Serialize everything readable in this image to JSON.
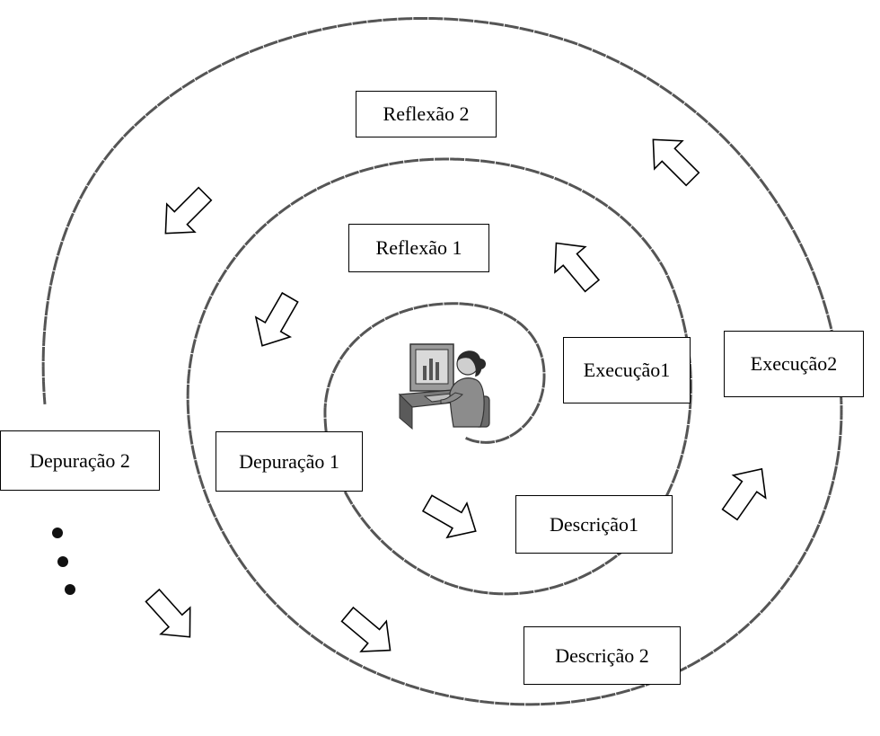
{
  "diagram": {
    "stages": {
      "reflexao2": "Reflexão 2",
      "reflexao1": "Reflexão 1",
      "execucao1": "Execução1",
      "execucao2": "Execução2",
      "depuracao2": "Depuração 2",
      "depuracao1": "Depuração 1",
      "descricao1": "Descrição1",
      "descricao2": "Descrição 2"
    },
    "center_icon": "person-at-computer-icon",
    "continuation": "ellipsis-dots",
    "colors": {
      "spiral": "#555555",
      "box_border": "#000000",
      "arrow_fill": "#ffffff"
    }
  }
}
